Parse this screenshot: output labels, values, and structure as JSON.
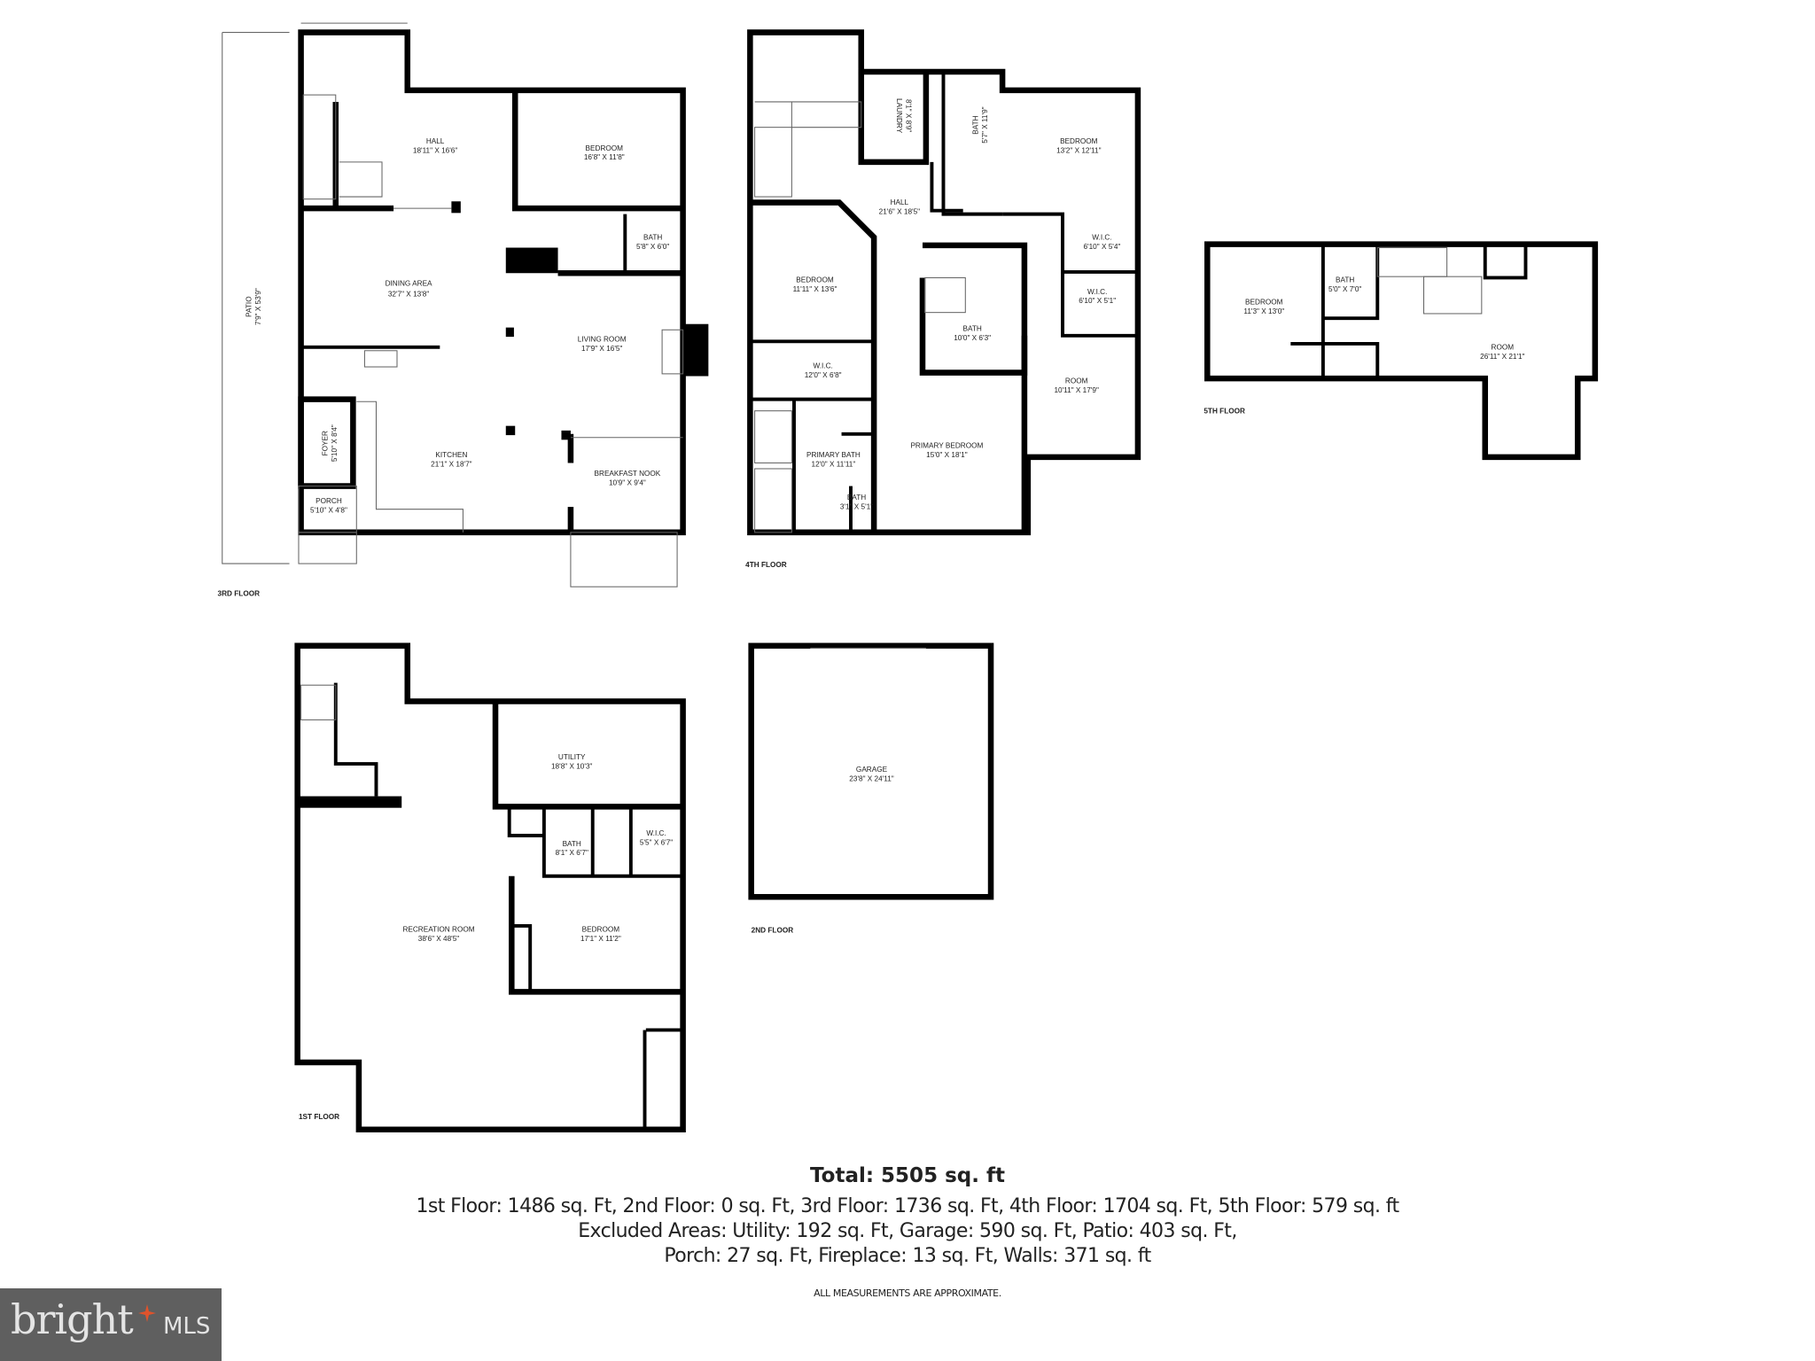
{
  "floors": {
    "third": {
      "label": "3RD FLOOR",
      "rooms": [
        {
          "name": "HALL",
          "dims": "18'11\" X 16'6\""
        },
        {
          "name": "BEDROOM",
          "dims": "16'8\" X 11'8\""
        },
        {
          "name": "BATH",
          "dims": "5'8\" X 6'0\""
        },
        {
          "name": "DINING AREA",
          "dims": "32'7\" X 13'8\""
        },
        {
          "name": "LIVING ROOM",
          "dims": "17'9\" X 16'5\""
        },
        {
          "name": "KITCHEN",
          "dims": "21'1\" X 18'7\""
        },
        {
          "name": "BREAKFAST NOOK",
          "dims": "10'9\" X 9'4\""
        },
        {
          "name": "FOYER",
          "dims": "5'10\" X 8'4\""
        },
        {
          "name": "PORCH",
          "dims": "5'10\" X 4'8\""
        },
        {
          "name": "PATIO",
          "dims": "7'9\" X 53'9\""
        }
      ]
    },
    "fourth": {
      "label": "4TH FLOOR",
      "rooms": [
        {
          "name": "LAUNDRY",
          "dims": "8'1\" X 8'9\""
        },
        {
          "name": "BATH",
          "dims": "5'7\" X 11'9\""
        },
        {
          "name": "BEDROOM",
          "dims": "13'2\" X 12'11\""
        },
        {
          "name": "HALL",
          "dims": "21'6\" X 18'5\""
        },
        {
          "name": "W.I.C.",
          "dims": "6'10\" X 5'4\""
        },
        {
          "name": "BEDROOM",
          "dims": "11'11\" X 13'6\""
        },
        {
          "name": "W.I.C.",
          "dims": "6'10\" X 5'1\""
        },
        {
          "name": "BATH",
          "dims": "10'0\" X 6'3\""
        },
        {
          "name": "W.I.C.",
          "dims": "12'0\" X 6'8\""
        },
        {
          "name": "ROOM",
          "dims": "10'11\" X 17'9\""
        },
        {
          "name": "PRIMARY BEDROOM",
          "dims": "15'0\" X 18'1\""
        },
        {
          "name": "PRIMARY BATH",
          "dims": "12'0\" X 11'11\""
        },
        {
          "name": "BATH",
          "dims": "3'1\" X 5'1\""
        }
      ]
    },
    "fifth": {
      "label": "5TH FLOOR",
      "rooms": [
        {
          "name": "BEDROOM",
          "dims": "11'3\" X 13'0\""
        },
        {
          "name": "BATH",
          "dims": "5'0\" X 7'0\""
        },
        {
          "name": "ROOM",
          "dims": "26'11\" X 21'1\""
        }
      ]
    },
    "first": {
      "label": "1ST FLOOR",
      "rooms": [
        {
          "name": "UTILITY",
          "dims": "18'8\" X 10'3\""
        },
        {
          "name": "BATH",
          "dims": "8'1\" X 6'7\""
        },
        {
          "name": "W.I.C.",
          "dims": "5'5\" X 6'7\""
        },
        {
          "name": "RECREATION ROOM",
          "dims": "38'6\" X 48'5\""
        },
        {
          "name": "BEDROOM",
          "dims": "17'1\" X 11'2\""
        }
      ]
    },
    "second": {
      "label": "2ND FLOOR",
      "rooms": [
        {
          "name": "GARAGE",
          "dims": "23'8\" X 24'11\""
        }
      ]
    }
  },
  "summary": {
    "total": "Total: 5505 sq. ft",
    "line1": "1st Floor: 1486 sq. Ft, 2nd Floor: 0 sq. Ft, 3rd Floor: 1736 sq. Ft, 4th Floor: 1704 sq. Ft, 5th Floor: 579 sq. ft",
    "line2": "Excluded Areas: Utility: 192 sq. Ft, Garage: 590 sq. Ft, Patio: 403 sq. Ft,",
    "line3": "Porch: 27 sq. Ft, Fireplace: 13 sq. Ft, Walls: 371 sq. ft",
    "disclaimer": "ALL MEASUREMENTS ARE APPROXIMATE."
  },
  "logo": {
    "text": "bright MLS",
    "word": "bright",
    "suffix": "MLS",
    "accent": "#e0532b",
    "background": "#5f5f5f"
  }
}
